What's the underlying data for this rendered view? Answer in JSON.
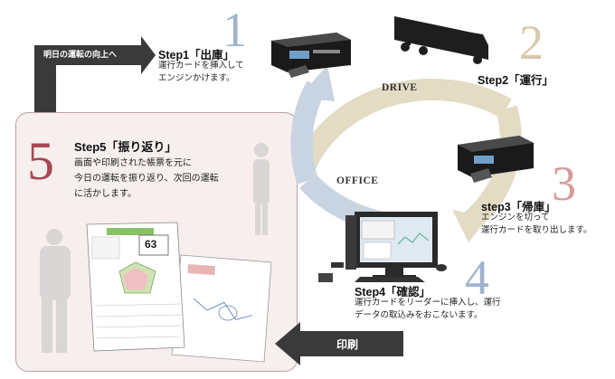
{
  "top_arrow_label": "明日の運転の向上へ",
  "print_arrow_label": "印刷",
  "cycle": {
    "drive_label": "DRIVE",
    "office_label": "OFFICE"
  },
  "steps": [
    {
      "number": "1",
      "title": "Step1「出庫」",
      "description": "運行カードを挿入して\nエンジンかけます。"
    },
    {
      "number": "2",
      "title": "Step2「運行」",
      "description": ""
    },
    {
      "number": "3",
      "title": "step3「帰庫」",
      "description": "エンジンを切って\n運行カードを取り出します。"
    },
    {
      "number": "4",
      "title": "Step4「確認」",
      "description": "運行カードをリーダーに挿入し、運行\nデータの取込みをおこないます。"
    },
    {
      "number": "5",
      "title": "Step5「振り返り」",
      "description": "画面や印刷された帳票を元に\n今日の運転を振り返り、次回の運転\nに活かします。"
    }
  ],
  "report": {
    "score": "63"
  },
  "colors": {
    "step_number_blue": "#9fb3cf",
    "step_number_tan": "#d7c8ab",
    "step_number_pink": "#d89a9a",
    "step5_number": "#a9484f",
    "cycle_tan": "#e3dbc4",
    "cycle_blue": "#c9d4e3",
    "arrow_dark": "#3a3a3a",
    "panel_bg": "#f7eeee"
  }
}
